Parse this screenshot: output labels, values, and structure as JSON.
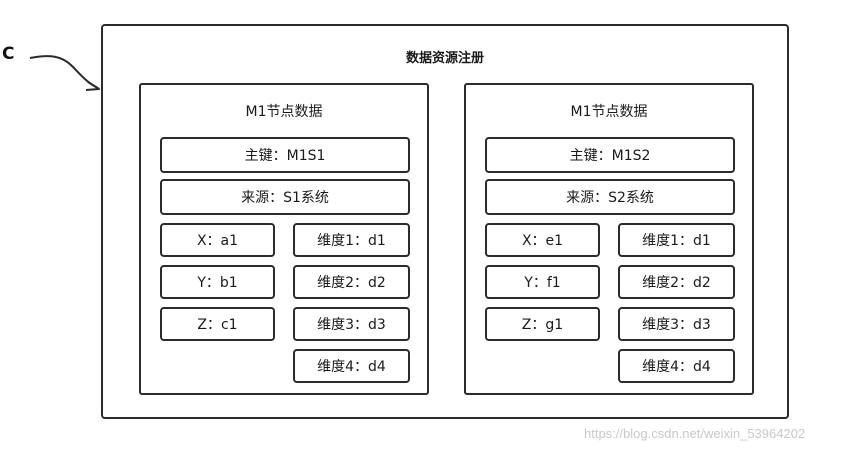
{
  "corner_label": "C",
  "container": {
    "title": "数据资源注册"
  },
  "nodes": [
    {
      "title": "M1节点数据",
      "primary_key": "主键：M1S1",
      "source": "来源：S1系统",
      "coords": [
        "X：a1",
        "Y：b1",
        "Z：c1"
      ],
      "dims": [
        "维度1：d1",
        "维度2：d2",
        "维度3：d3",
        "维度4：d4"
      ]
    },
    {
      "title": "M1节点数据",
      "primary_key": "主键：M1S2",
      "source": "来源：S2系统",
      "coords": [
        "X：e1",
        "Y：f1",
        "Z：g1"
      ],
      "dims": [
        "维度1：d1",
        "维度2：d2",
        "维度3：d3",
        "维度4：d4"
      ]
    }
  ],
  "watermark": "https://blog.csdn.net/weixin_53964202"
}
